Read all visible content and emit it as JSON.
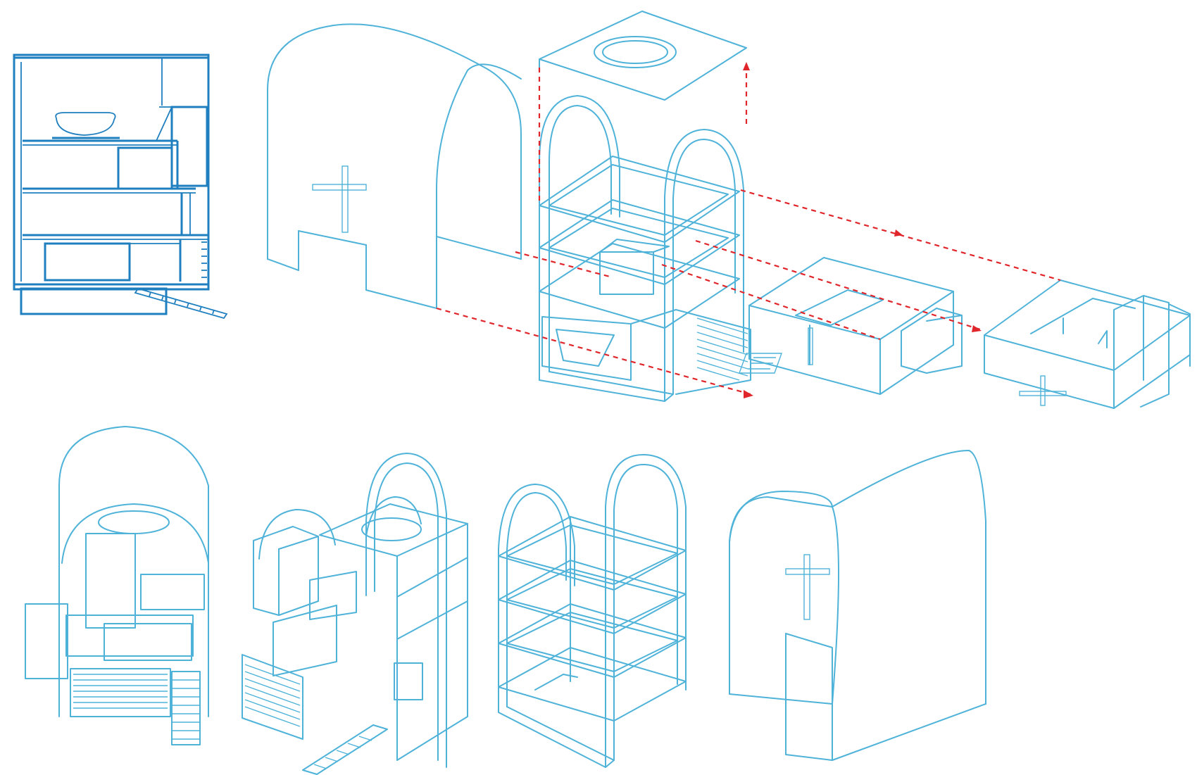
{
  "colors": {
    "line": "#4fb3d9",
    "line_dark": "#1f7fbf",
    "arrow": "#e0262b",
    "background": "#ffffff"
  },
  "figures": [
    {
      "name": "section-plan"
    },
    {
      "name": "exploded-axonometric"
    },
    {
      "name": "assembled-view-front"
    },
    {
      "name": "assembled-view-axonometric"
    },
    {
      "name": "frame-structure"
    },
    {
      "name": "vault-shell"
    }
  ]
}
